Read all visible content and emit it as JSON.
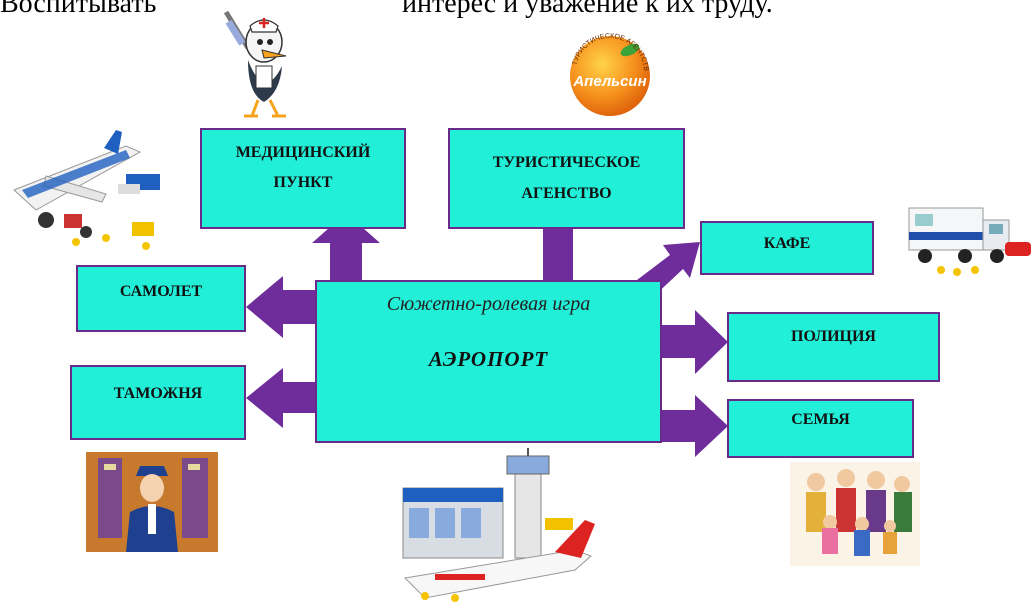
{
  "top_text": {
    "part1": "Воспитывать",
    "part2": "интерес и уважение к их труду."
  },
  "center": {
    "subtitle": "Сюжетно-ролевая игра",
    "title": "АЭРОПОРТ"
  },
  "boxes": {
    "medical": {
      "line1": "МЕДИЦИНСКИЙ",
      "line2": "ПУНКТ"
    },
    "tourist": {
      "line1": "ТУРИСТИЧЕСКОЕ",
      "line2": "АГЕНСТВО"
    },
    "cafe": "КАФЕ",
    "plane": "САМОЛЕТ",
    "customs": "ТАМОЖНЯ",
    "police": "ПОЛИЦИЯ",
    "family": "СЕМЬЯ"
  },
  "logo": {
    "arc_text": "ТУРИСТИЧЕСКОЕ АГЕНТСТВО",
    "brand": "Апельсин"
  },
  "colors": {
    "box_fill": "#22efd8",
    "box_border": "#6a2a8c",
    "arrow": "#6f2d9c"
  }
}
